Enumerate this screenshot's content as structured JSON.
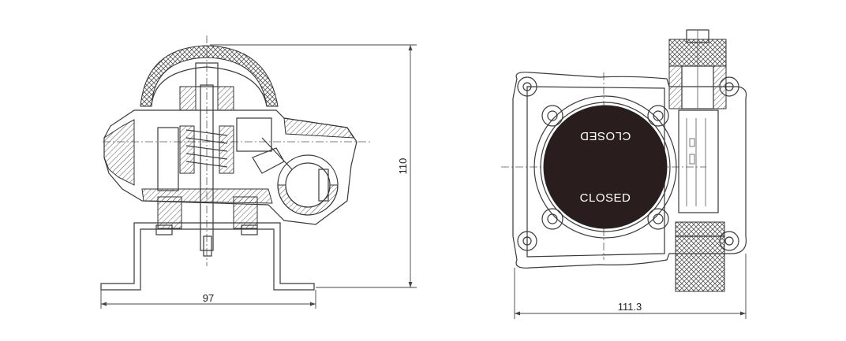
{
  "dimensions": {
    "left_width": "97",
    "left_height": "110",
    "right_width": "111.3"
  },
  "indicator": {
    "top_label": "CLOSED",
    "bottom_label": "CLOSED"
  },
  "colors": {
    "line": "#3a3a3a",
    "indicator_fill": "#2a1d1d",
    "background": "#ffffff"
  }
}
